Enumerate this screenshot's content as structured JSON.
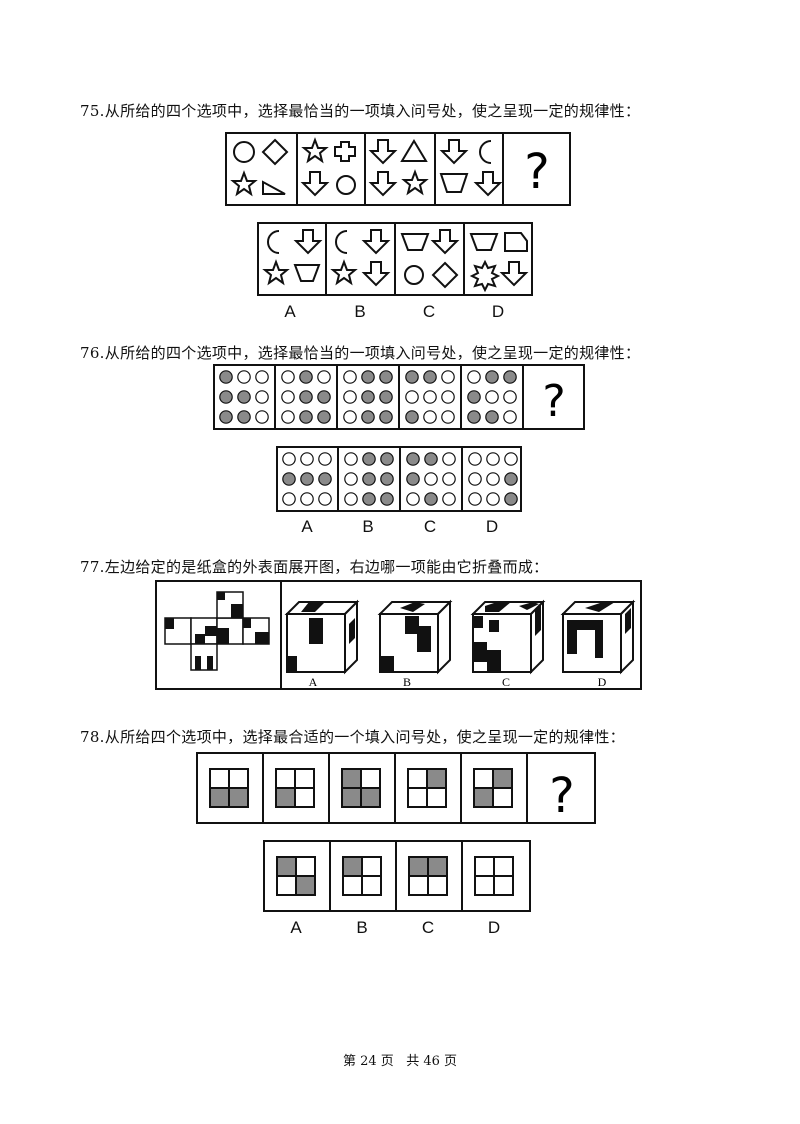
{
  "questions": [
    {
      "number": "75.",
      "text": "从所给的四个选项中，选择最恰当的一项填入问号处，使之呈现一定的规律性：",
      "options": [
        "A",
        "B",
        "C",
        "D"
      ]
    },
    {
      "number": "76.",
      "text": "从所给的四个选项中，选择最恰当的一项填入问号处，使之呈现一定的规律性：",
      "options": [
        "A",
        "B",
        "C",
        "D"
      ]
    },
    {
      "number": "77.",
      "text": "左边给定的是纸盒的外表面展开图，右边哪一项能由它折叠而成：",
      "options": [
        "A",
        "B",
        "C",
        "D"
      ]
    },
    {
      "number": "78.",
      "text": "从所给四个选项中，选择最合适的一个填入问号处，使之呈现一定的规律性：",
      "options": [
        "A",
        "B",
        "C",
        "D"
      ]
    }
  ],
  "question_mark": "?",
  "footer": {
    "page_label": "第 24 页",
    "total_label": "共 46 页"
  },
  "q76_dots": {
    "legend": "1 = gray filled dot, 0 = white dot; 3x3 row-major",
    "sequence": [
      [
        1,
        0,
        0,
        1,
        1,
        0,
        1,
        1,
        0
      ],
      [
        0,
        1,
        0,
        0,
        1,
        1,
        0,
        1,
        1
      ],
      [
        0,
        1,
        1,
        0,
        1,
        1,
        0,
        1,
        1
      ],
      [
        1,
        1,
        0,
        0,
        0,
        0,
        1,
        0,
        0
      ],
      [
        0,
        1,
        1,
        1,
        0,
        0,
        1,
        1,
        0
      ]
    ],
    "options": [
      [
        0,
        0,
        0,
        1,
        1,
        1,
        0,
        0,
        0
      ],
      [
        0,
        1,
        1,
        0,
        1,
        1,
        0,
        1,
        1
      ],
      [
        1,
        1,
        0,
        1,
        0,
        0,
        0,
        1,
        0
      ],
      [
        0,
        0,
        0,
        0,
        0,
        1,
        0,
        0,
        1
      ]
    ]
  },
  "q78_grids": {
    "legend": "quadrants TL,TR,BL,BR; 1 = gray",
    "sequence": [
      [
        0,
        0,
        1,
        1
      ],
      [
        0,
        0,
        1,
        0
      ],
      [
        1,
        0,
        1,
        1
      ],
      [
        0,
        1,
        0,
        0
      ],
      [
        0,
        1,
        1,
        0
      ]
    ],
    "options": [
      [
        1,
        0,
        0,
        1
      ],
      [
        1,
        0,
        0,
        0
      ],
      [
        1,
        1,
        0,
        0
      ],
      [
        0,
        0,
        0,
        0
      ]
    ]
  },
  "colors": {
    "gray_fill": "#8a8a8a",
    "ink": "#111111"
  }
}
